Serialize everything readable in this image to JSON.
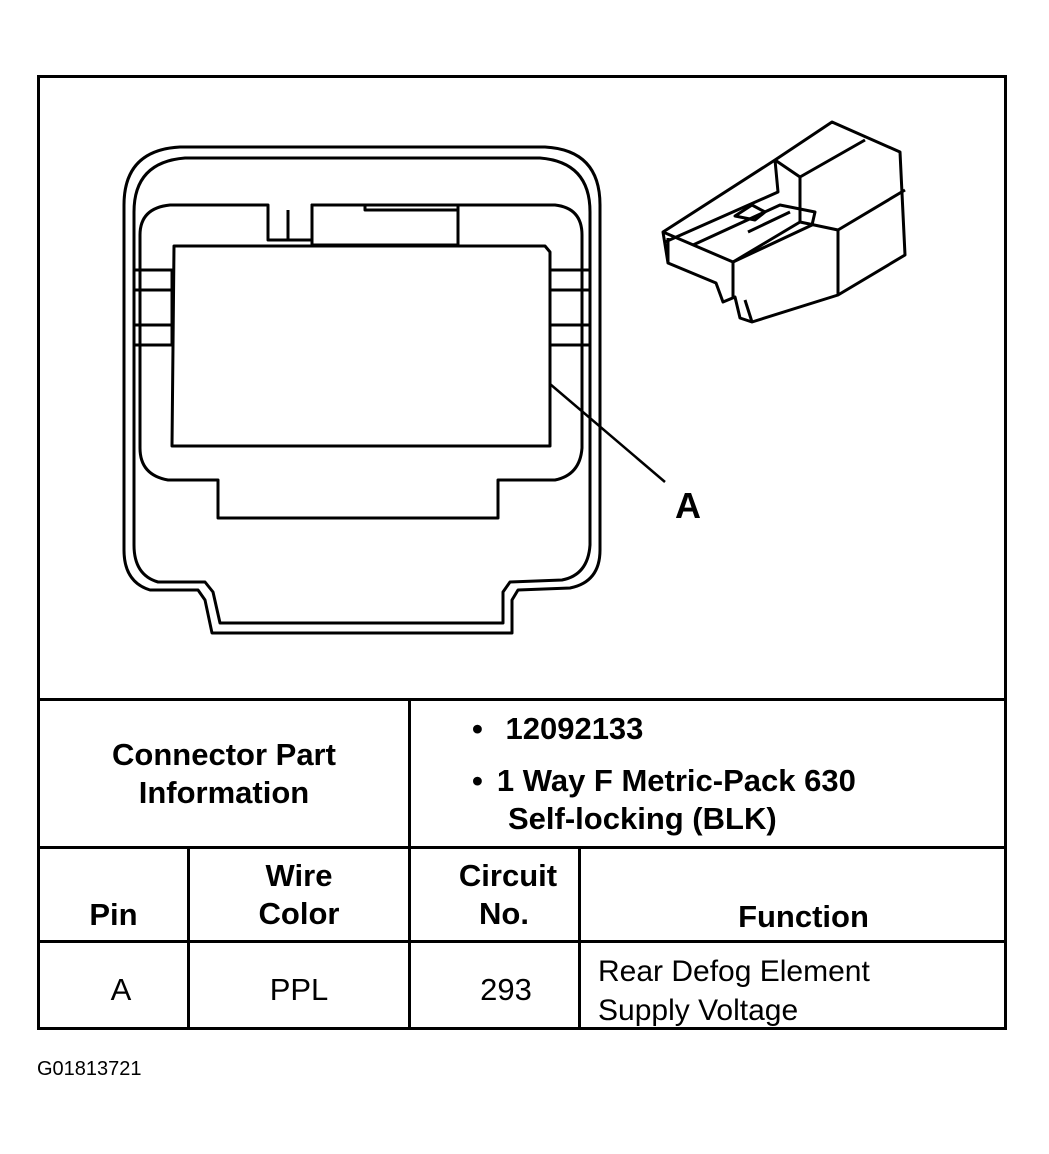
{
  "diagram": {
    "callout_label": "A"
  },
  "connector_info": {
    "label_line1": "Connector Part",
    "label_line2": "Information",
    "bullet": "•",
    "items": [
      {
        "lines": [
          "12092133"
        ]
      },
      {
        "lines": [
          "1 Way F Metric-Pack 630",
          "Self-locking (BLK)"
        ]
      }
    ]
  },
  "pin_table": {
    "headers": {
      "pin": "Pin",
      "wire_color_line1": "Wire",
      "wire_color_line2": "Color",
      "circuit_line1": "Circuit",
      "circuit_line2": "No.",
      "function": "Function"
    },
    "rows": [
      {
        "pin": "A",
        "wire_color": "PPL",
        "circuit": "293",
        "function_line1": "Rear Defog Element",
        "function_line2": "Supply Voltage"
      }
    ]
  },
  "figure_id": "G01813721"
}
